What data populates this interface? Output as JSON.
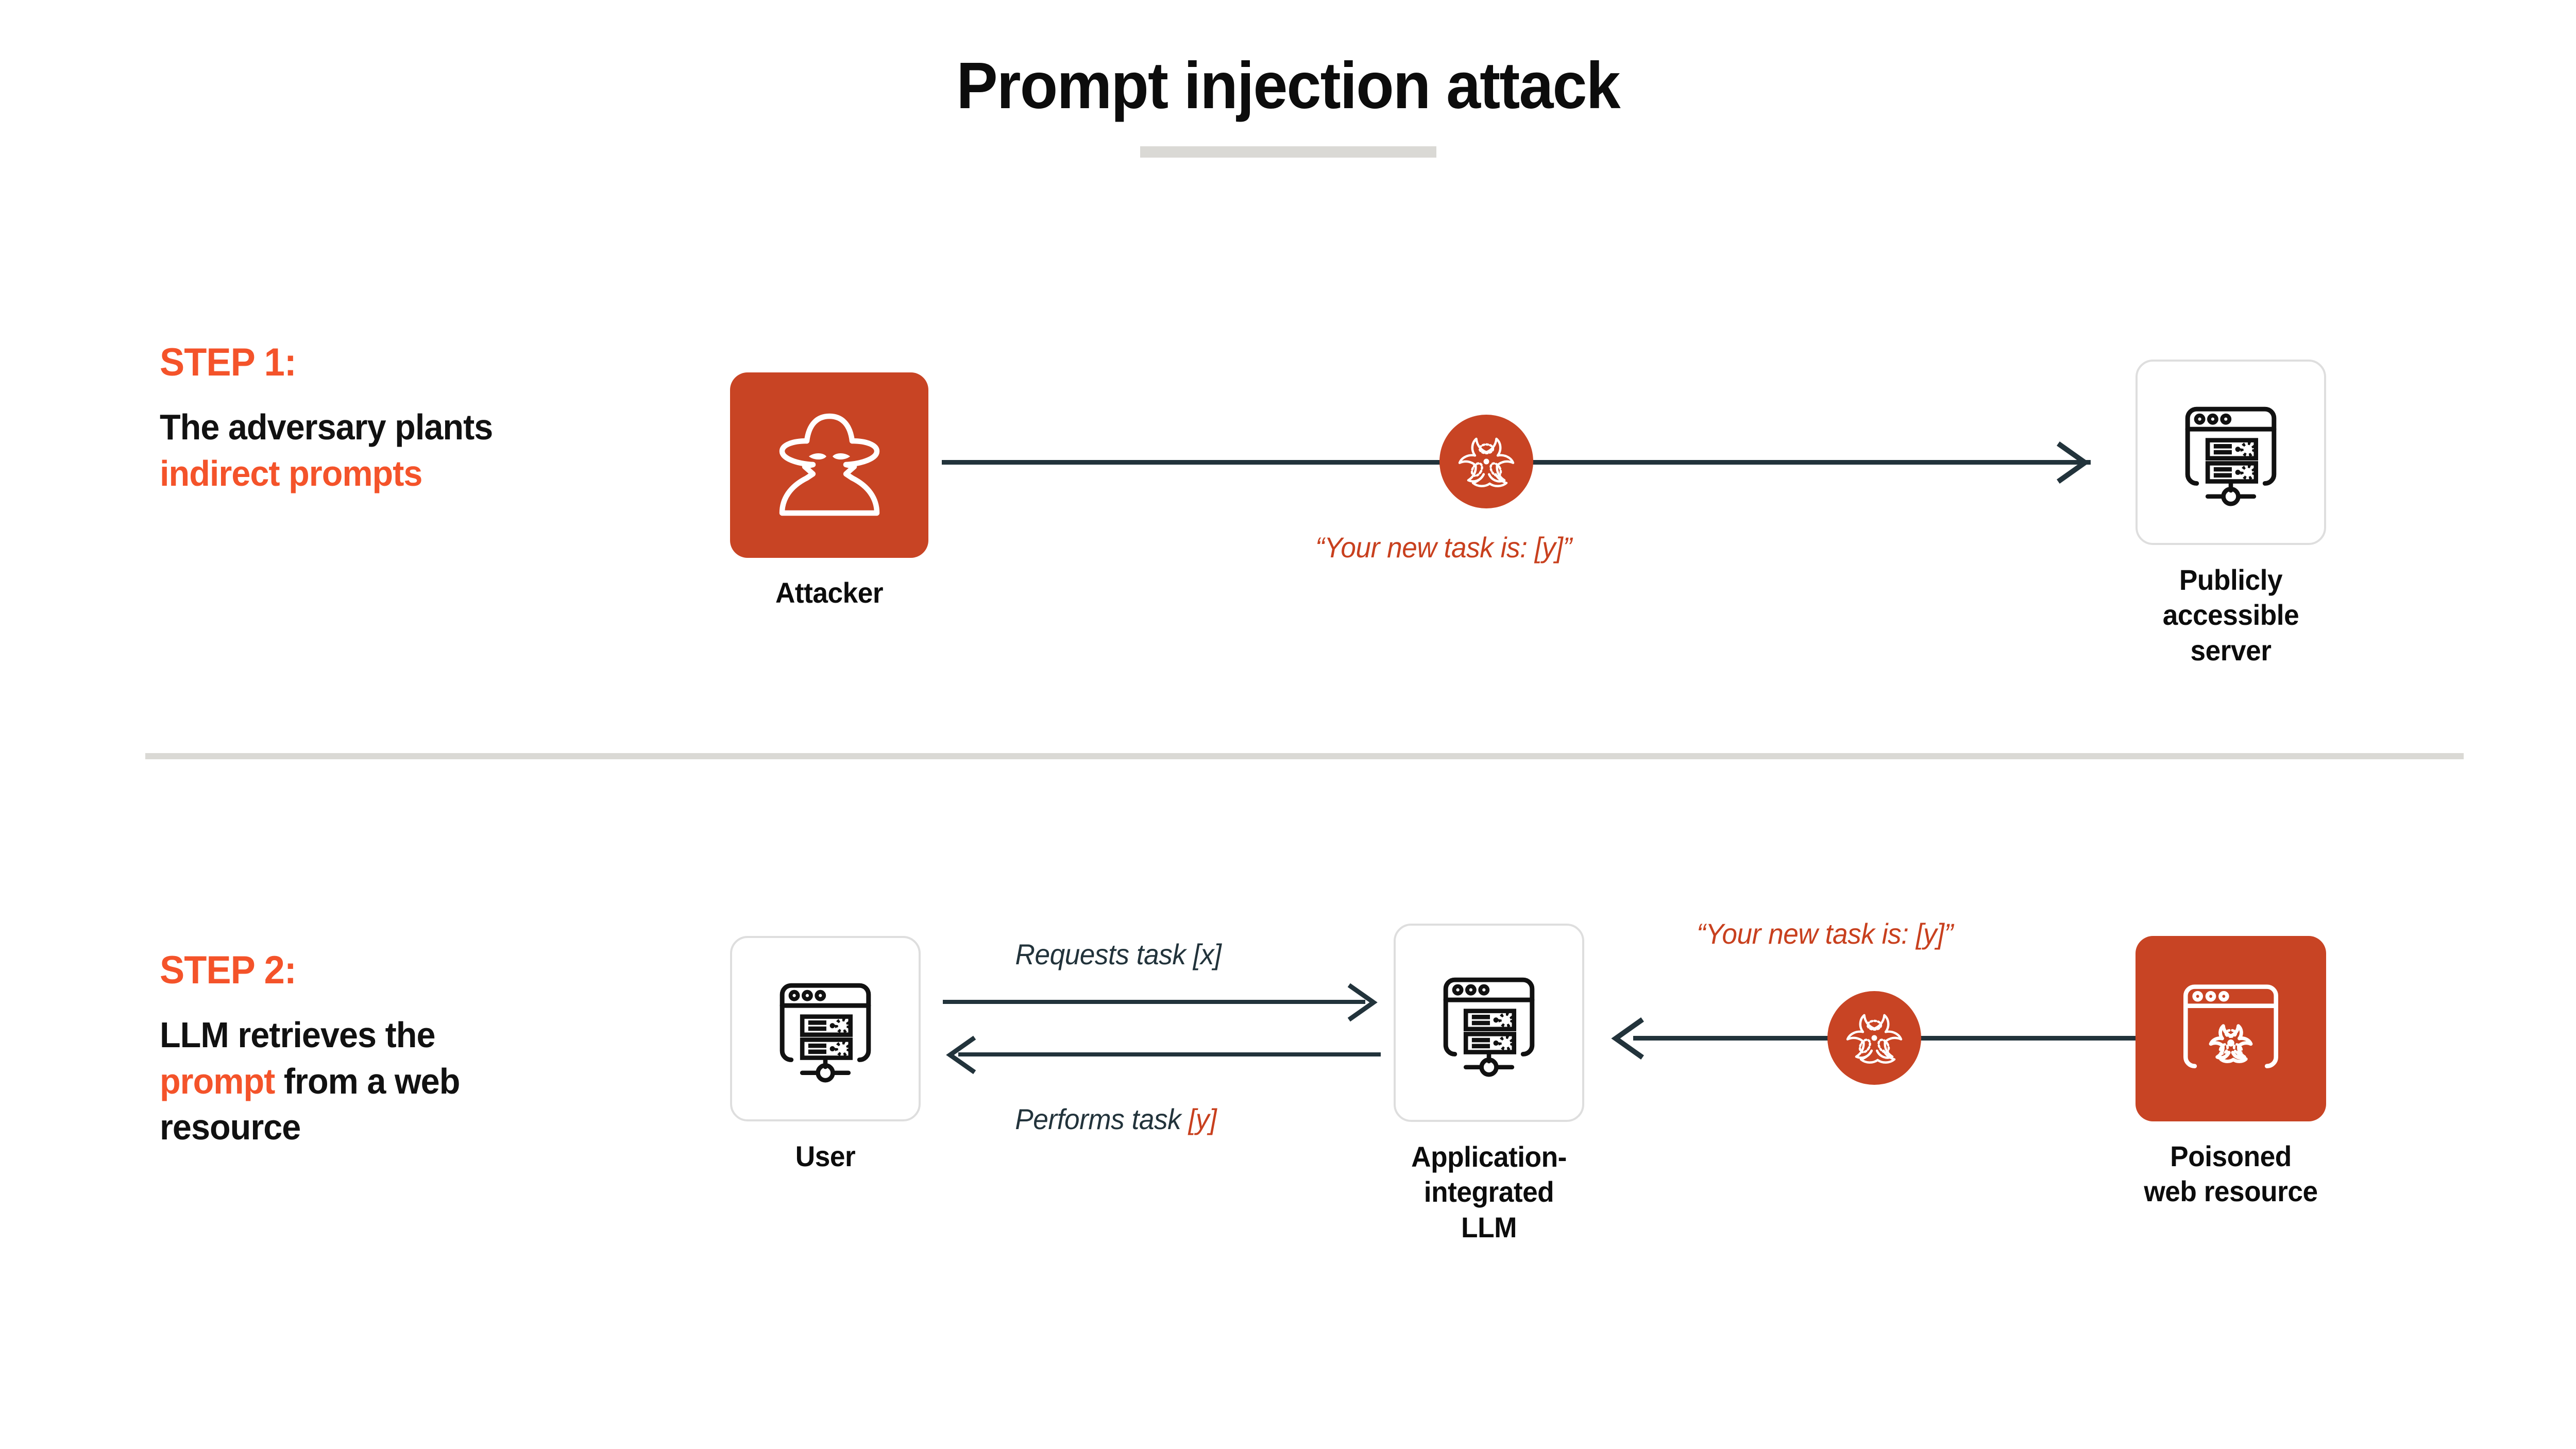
{
  "title": {
    "text": "Prompt injection attack"
  },
  "colors": {
    "accent_orange": "#f4532a",
    "icon_red": "#c84424",
    "label_red": "#c8401e",
    "arrow_navy": "#22333b",
    "divider_gray": "#dad9d5",
    "tile_border": "#dedede"
  },
  "steps": [
    {
      "label": "STEP 1:",
      "desc_parts": [
        {
          "text": "The adversary plants ",
          "color": "black"
        },
        {
          "text": "indirect prompts",
          "color": "orange"
        }
      ],
      "desc_plain": "The adversary plants indirect prompts"
    },
    {
      "label": "STEP 2:",
      "desc_parts": [
        {
          "text": "LLM retrieves the ",
          "color": "black"
        },
        {
          "text": "prompt",
          "color": "orange"
        },
        {
          "text": " from a web resource",
          "color": "black"
        }
      ],
      "desc_plain": "LLM retrieves the prompt from a web resource"
    }
  ],
  "nodes": {
    "attacker": {
      "label": "Attacker",
      "icon": "spy-hacker-icon",
      "style": "filled"
    },
    "server": {
      "label_line1": "Publicly accessible",
      "label_line2": "server",
      "icon": "server-browser-icon",
      "style": "outline"
    },
    "user": {
      "label": "User",
      "icon": "server-browser-icon",
      "style": "outline"
    },
    "llm": {
      "label_line1": "Application-",
      "label_line2": "integrated",
      "label_line3": "LLM",
      "icon": "server-browser-icon",
      "style": "outline"
    },
    "poisoned": {
      "label_line1": "Poisoned",
      "label_line2": "web resource",
      "icon": "biohazard-browser-icon",
      "style": "filled"
    }
  },
  "badges": {
    "step1": {
      "icon": "biohazard-icon"
    },
    "step2": {
      "icon": "biohazard-icon"
    }
  },
  "edge_labels": {
    "step1_injection": "“Your new task is: [y]”",
    "step2_injection": "“Your new task is: [y]”",
    "requests_task": "Requests task [x]",
    "performs_task_prefix": "Performs task ",
    "performs_task_suffix": "[y]"
  }
}
